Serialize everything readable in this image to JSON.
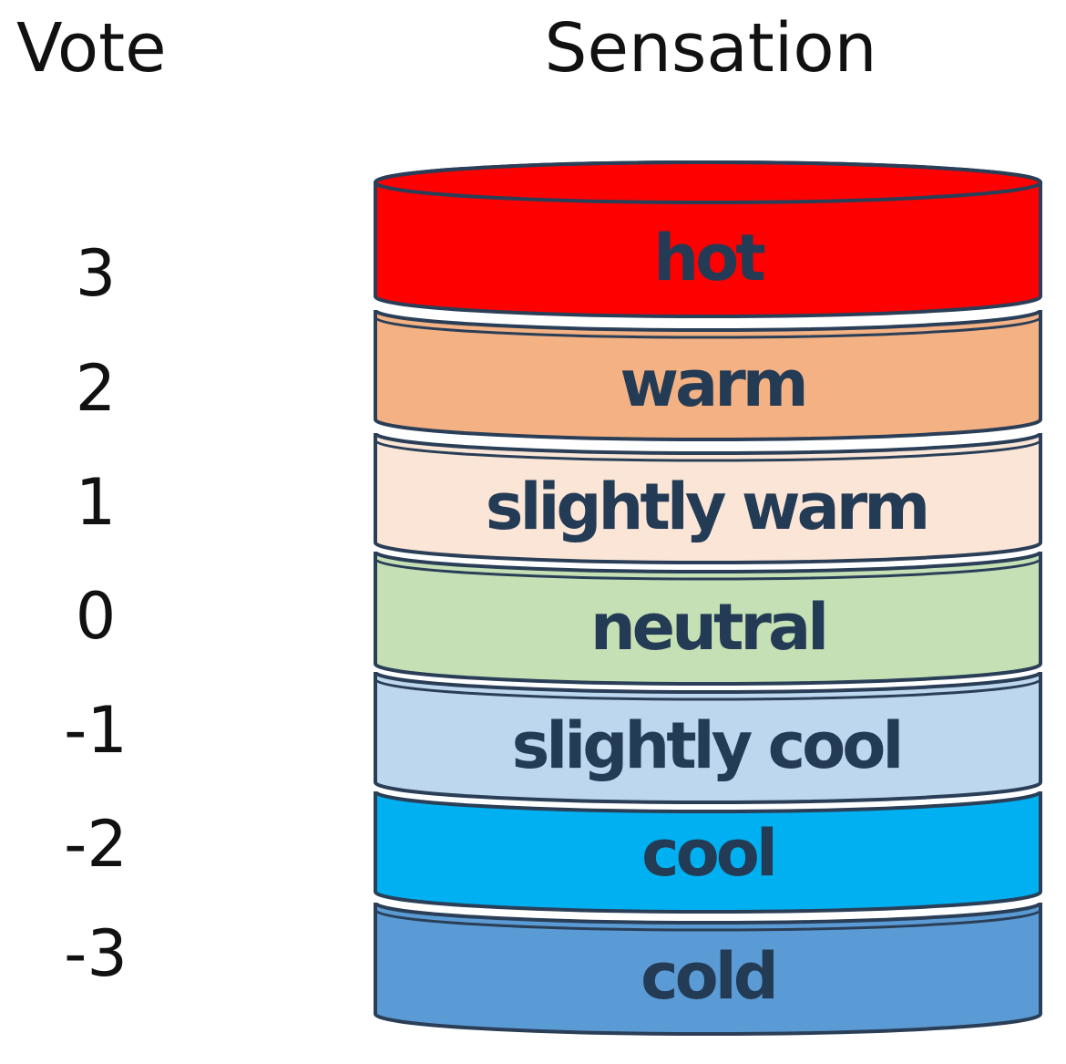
{
  "headers": {
    "vote": "Vote",
    "sensation": "Sensation"
  },
  "scale": [
    {
      "vote": "3",
      "label": "hot",
      "color": "#ff0000"
    },
    {
      "vote": "2",
      "label": "warm",
      "color": "#f4b183"
    },
    {
      "vote": "1",
      "label": "slightly warm",
      "color": "#fbe5d6"
    },
    {
      "vote": "0",
      "label": "neutral",
      "color": "#c5e0b4"
    },
    {
      "vote": "-1",
      "label": "slightly cool",
      "color": "#bdd7ee"
    },
    {
      "vote": "-2",
      "label": "cool",
      "color": "#00b0f0"
    },
    {
      "vote": "-3",
      "label": "cold",
      "color": "#5b9bd5"
    }
  ],
  "colors": {
    "outline": "#2a3f57",
    "label_text": "#243b55"
  }
}
